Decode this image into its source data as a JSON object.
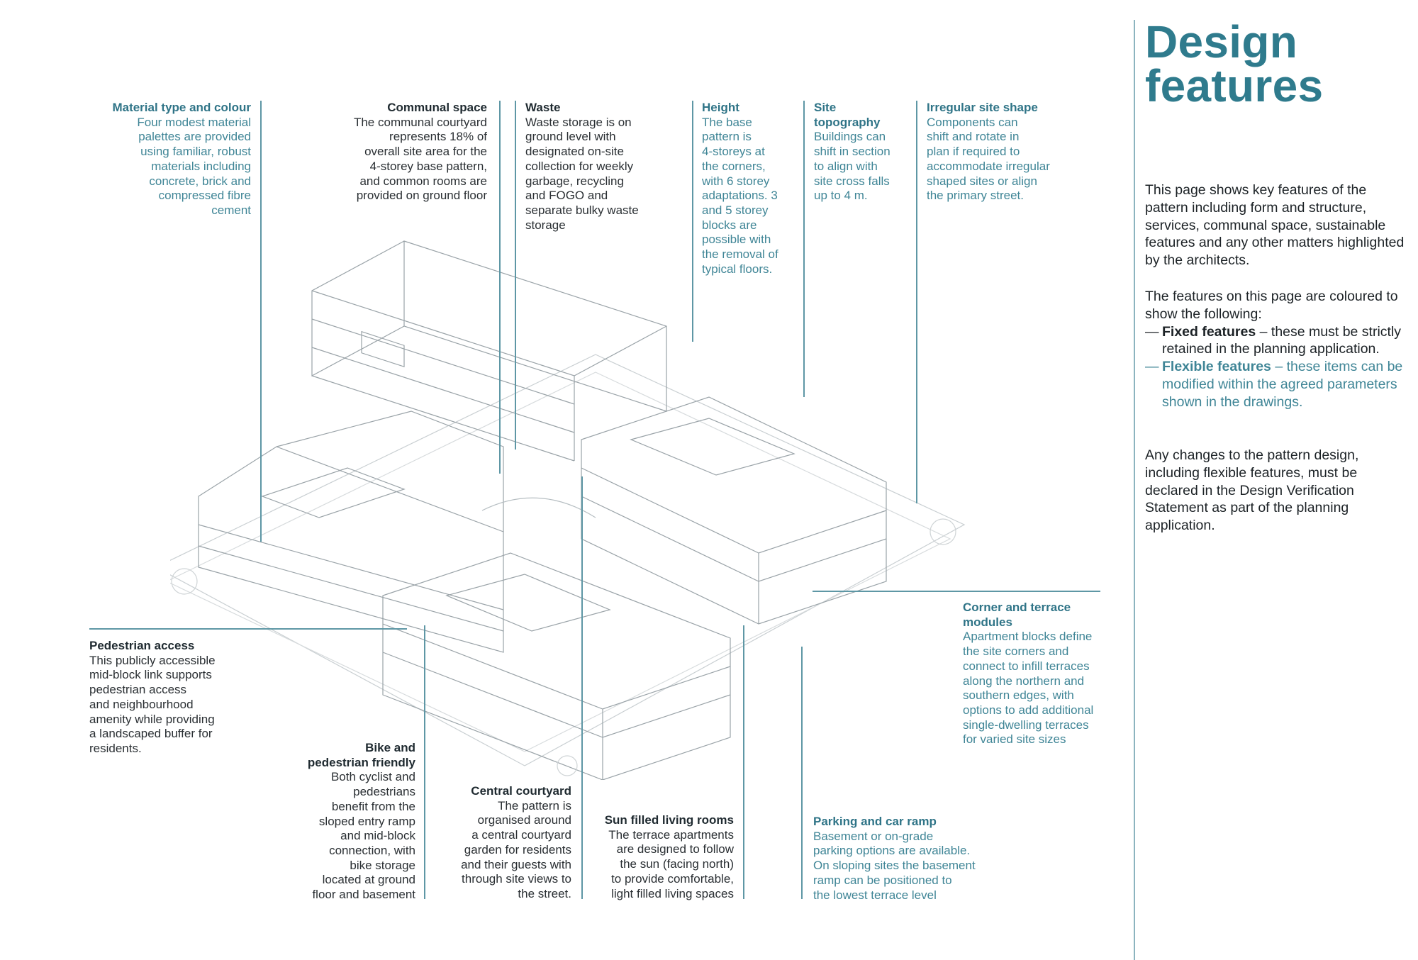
{
  "colors": {
    "accent": "#2f7b8d",
    "flexible": "#3f8596",
    "fixed": "#1f2a30",
    "leader": "#5e97a5"
  },
  "sidebar": {
    "title": "Design\nfeatures",
    "intro": "This page shows key features of the pattern including form and structure, services, communal space, sustainable features and any other matters highlighted by the architects.",
    "legend_intro": "The features on this page are coloured to show the following:",
    "legend": [
      {
        "dash": "—",
        "label": "Fixed features",
        "sep": " – ",
        "text": "these must be strictly retained in the planning application."
      },
      {
        "dash": "—",
        "label": "Flexible features",
        "sep": " – ",
        "text": "these items can be modified within the agreed parameters shown in the drawings."
      }
    ],
    "closing": "Any changes to the pattern design, including flexible features, must be declared in the Design Verification Statement as part of the planning application."
  },
  "annotations": {
    "material": {
      "title": "Material type and colour",
      "body": "Four modest material\npalettes are provided\nusing familiar, robust\nmaterials including\nconcrete, brick and\ncompressed fibre\ncement"
    },
    "communal": {
      "title": "Communal space",
      "body": "The communal courtyard\nrepresents 18% of\noverall site area for the\n4-storey base pattern,\nand common rooms are\nprovided on ground floor"
    },
    "waste": {
      "title": "Waste",
      "body": "Waste storage is on\nground level with\ndesignated on-site\ncollection for weekly\ngarbage, recycling\nand FOGO and\nseparate bulky waste\nstorage"
    },
    "height": {
      "title": "Height",
      "body": "The base\npattern is\n4-storeys at\nthe corners,\nwith 6 storey\nadaptations. 3\nand 5 storey\nblocks are\npossible with\nthe removal of\ntypical floors."
    },
    "site": {
      "title": "Site\ntopography",
      "body": "Buildings can\nshift in section\nto align with\nsite cross falls\nup to 4 m."
    },
    "irregular": {
      "title": "Irregular site shape",
      "body": "Components can\nshift and rotate in\nplan if required to\naccommodate irregular\nshaped sites or align\nthe primary street."
    },
    "corner": {
      "title": "Corner and terrace\nmodules",
      "body": "Apartment blocks define\nthe site corners and\nconnect to infill terraces\nalong the northern and\nsouthern edges, with\noptions to add additional\nsingle-dwelling terraces\nfor varied site sizes"
    },
    "pedestrian": {
      "title": "Pedestrian access",
      "body": "This publicly accessible\nmid-block link supports\npedestrian access\nand neighbourhood\namenity while providing\na landscaped buffer for\nresidents."
    },
    "bike": {
      "title": "Bike and\npedestrian friendly",
      "body": "Both cyclist and\npedestrians\nbenefit from the\nsloped entry ramp\nand mid-block\nconnection, with\nbike storage\nlocated at ground\nfloor and basement"
    },
    "courtyard": {
      "title": "Central courtyard",
      "body": "The pattern is\norganised around\na central courtyard\ngarden for residents\nand their guests with\nthrough site views to\nthe street."
    },
    "sun": {
      "title": "Sun filled living rooms",
      "body": "The terrace apartments\nare designed to follow\nthe sun (facing north)\nto provide comfortable,\nlight filled living spaces"
    },
    "parking": {
      "title": "Parking and car ramp",
      "body": "Basement or on-grade\nparking options are available.\nOn sloping sites the basement\nramp can be positioned to\nthe lowest terrace level"
    }
  }
}
